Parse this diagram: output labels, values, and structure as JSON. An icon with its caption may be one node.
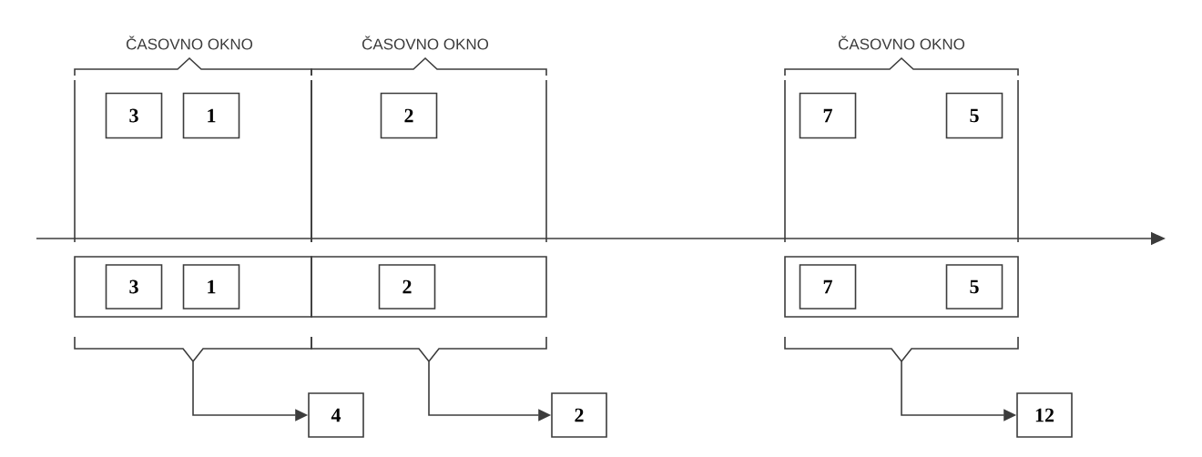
{
  "diagram": {
    "nodes": [
      {
        "text": [
          "3"
        ]
      },
      {
        "text": [
          "1"
        ]
      },
      {
        "text": [
          "2"
        ]
      },
      {
        "text": [
          "7"
        ]
      },
      {
        "text": [
          "5"
        ]
      },
      {
        "text": [],
        "shape": "box"
      },
      {
        "text": [
          "3"
        ],
        "in": 5
      },
      {
        "text": [
          "1"
        ],
        "in": 5
      },
      {
        "text": [],
        "shape": "box"
      },
      {
        "text": [
          "2"
        ],
        "in": 8
      },
      {
        "text": [],
        "shape": "box"
      },
      {
        "text": [
          "7"
        ],
        "in": 10
      },
      {
        "text": [
          "5"
        ],
        "in": 10
      },
      {
        "text": [],
        "shape": "bracket"
      },
      {
        "text": [],
        "shape": "bracket"
      },
      {
        "text": [],
        "shape": "bracket"
      },
      {
        "text": [
          "4"
        ]
      },
      {
        "text": [
          "2"
        ]
      },
      {
        "text": [
          "12"
        ]
      }
    ],
    "edges": [
      {
        "from": 13,
        "to": 16,
        "arrow": "to"
      },
      {
        "from": 14,
        "to": 17,
        "arrow": "to"
      },
      {
        "from": 15,
        "to": 18,
        "arrow": "to"
      }
    ],
    "labels": [
      "ČASOVNO OKNO",
      "ČASOVNO OKNO",
      "ČASOVNO OKNO"
    ]
  }
}
